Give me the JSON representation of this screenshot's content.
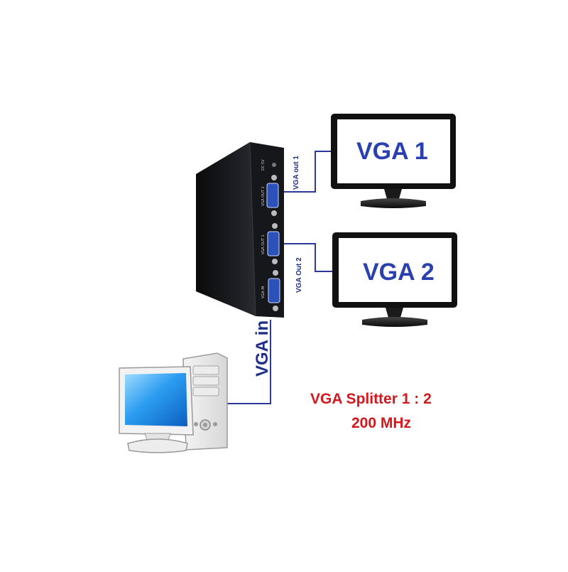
{
  "monitors": [
    {
      "label": "VGA 1"
    },
    {
      "label": "VGA 2"
    }
  ],
  "connections": {
    "out1_label": "VGA out 1",
    "out2_label": "VGA Out 2",
    "in_label": "VGA in"
  },
  "device_port_labels": {
    "dc": "DC 5V",
    "out2": "VGA OUT 2",
    "out1": "VGA OUT 1",
    "in": "VGA IN"
  },
  "caption": {
    "line1": "VGA Splitter 1 : 2",
    "line2": "200 MHz"
  },
  "colors": {
    "cable": "#2b3a9a",
    "screen_text": "#2a3fb0",
    "caption": "#d3171d",
    "computer_screen": "#1a8fe0"
  }
}
